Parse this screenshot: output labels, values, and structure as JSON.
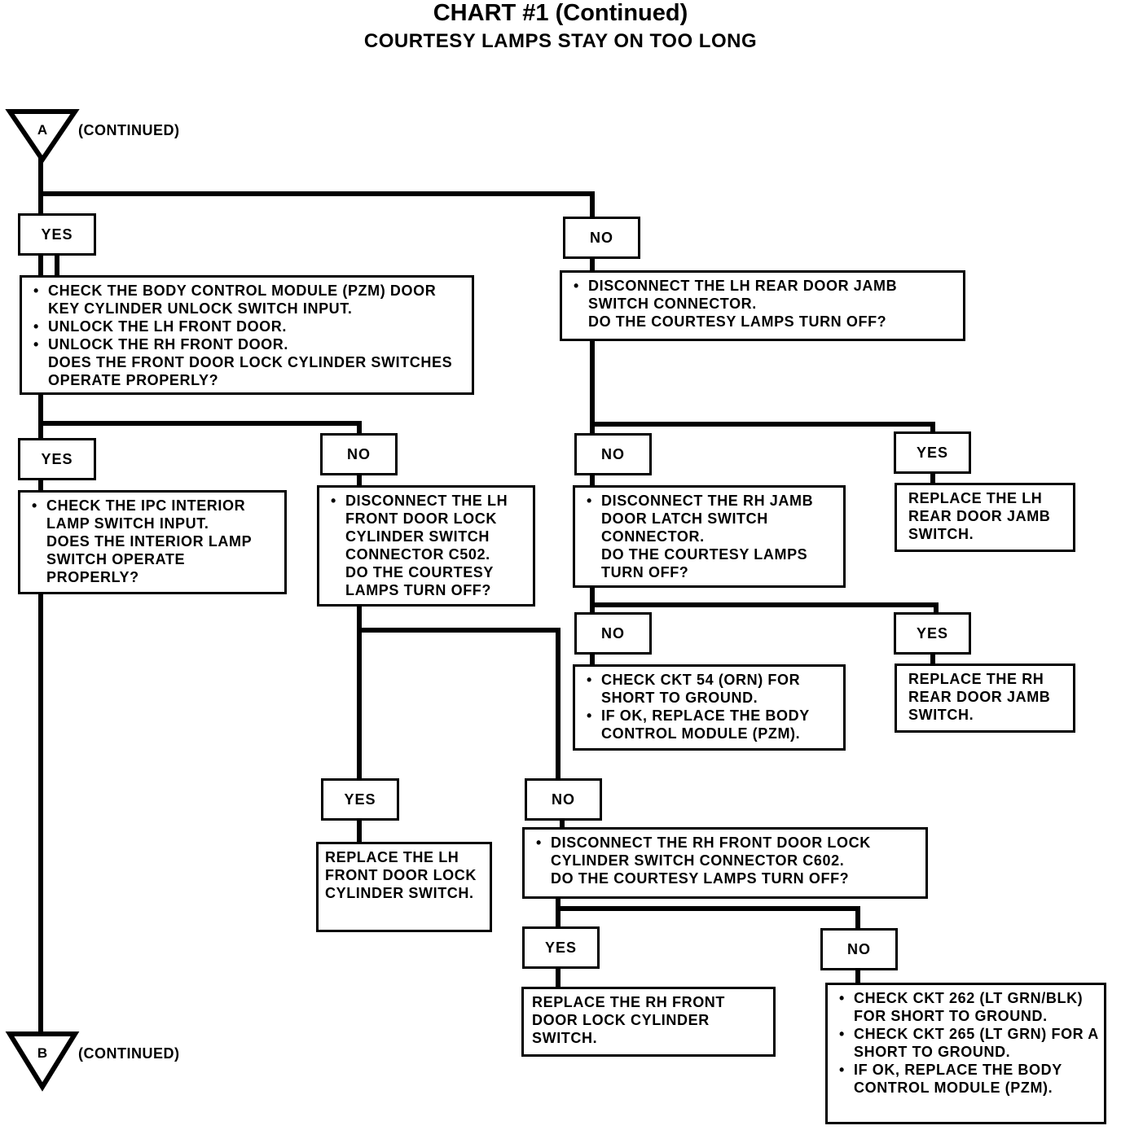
{
  "title": "CHART #1 (Continued)",
  "subtitle": "COURTESY LAMPS STAY ON TOO LONG",
  "connectors": {
    "start": {
      "letter": "A",
      "note": "(CONTINUED)"
    },
    "end": {
      "letter": "B",
      "note": "(CONTINUED)"
    }
  },
  "labels": {
    "yes": "YES",
    "no": "NO"
  },
  "boxes": {
    "bcm_check": {
      "bullets": [
        "CHECK THE BODY CONTROL MODULE (PZM) DOOR KEY CYLINDER UNLOCK SWITCH INPUT.",
        "UNLOCK THE LH FRONT DOOR.",
        "UNLOCK THE RH FRONT DOOR."
      ],
      "question": "DOES THE FRONT DOOR LOCK CYLINDER SWITCHES OPERATE PROPERLY?"
    },
    "lh_rear_jamb": {
      "bullets": [
        "DISCONNECT THE LH REAR DOOR JAMB SWITCH CONNECTOR."
      ],
      "question": "DO THE COURTESY LAMPS TURN OFF?"
    },
    "ipc_check": {
      "bullets": [
        "CHECK THE IPC INTERIOR LAMP SWITCH INPUT."
      ],
      "question": "DOES THE INTERIOR LAMP SWITCH OPERATE PROPERLY?"
    },
    "lh_front_lock": {
      "bullets": [
        "DISCONNECT THE LH FRONT DOOR LOCK CYLINDER SWITCH CONNECTOR C502."
      ],
      "question": "DO THE COURTESY LAMPS TURN OFF?"
    },
    "rh_jamb_latch": {
      "bullets": [
        "DISCONNECT THE RH JAMB DOOR LATCH SWITCH CONNECTOR."
      ],
      "question": "DO THE COURTESY LAMPS TURN OFF?"
    },
    "replace_lh_rear": {
      "text": "REPLACE THE LH REAR DOOR JAMB SWITCH."
    },
    "ckt54": {
      "bullets": [
        "CHECK CKT 54 (ORN) FOR SHORT TO GROUND.",
        "IF OK, REPLACE THE BODY CONTROL MODULE (PZM)."
      ]
    },
    "replace_rh_rear": {
      "text": "REPLACE THE RH REAR DOOR JAMB SWITCH."
    },
    "replace_lh_front": {
      "text": "REPLACE THE LH FRONT DOOR LOCK CYLINDER SWITCH."
    },
    "rh_front_lock": {
      "bullets": [
        "DISCONNECT THE RH FRONT DOOR LOCK CYLINDER SWITCH CONNECTOR C602."
      ],
      "question": "DO THE COURTESY LAMPS TURN OFF?"
    },
    "replace_rh_front": {
      "text": "REPLACE THE RH FRONT DOOR LOCK CYLINDER SWITCH."
    },
    "ckt262": {
      "bullets": [
        "CHECK CKT 262 (LT GRN/BLK) FOR SHORT TO GROUND.",
        "CHECK CKT 265 (LT GRN) FOR A SHORT TO GROUND.",
        "IF OK, REPLACE THE BODY CONTROL MODULE (PZM)."
      ]
    }
  }
}
